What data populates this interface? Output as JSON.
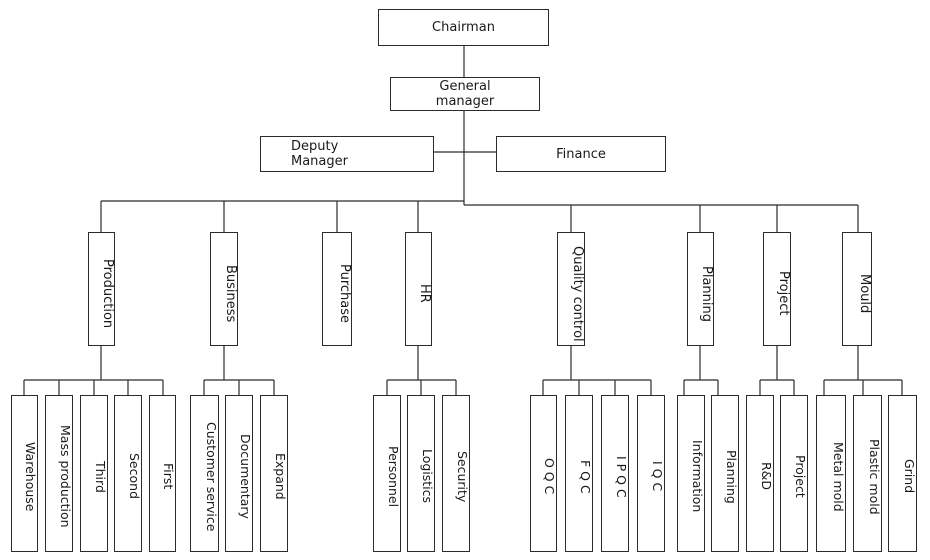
{
  "top": {
    "chairman": "Chairman",
    "general_manager": "General manager",
    "deputy_manager": "Deputy Manager",
    "finance": "Finance"
  },
  "departments": {
    "production": "Production",
    "business": "Business",
    "purchase": "Purchase",
    "hr": "HR",
    "quality_control": "Quality control",
    "planning": "Planning",
    "project": "Project",
    "mould": "Mould"
  },
  "units": {
    "production": [
      "Warehouse",
      "Mass production",
      "Third",
      "Second",
      "First"
    ],
    "business": [
      "Customer service",
      "Documentary",
      "Expand"
    ],
    "hr": [
      "Personnel",
      "Logistics",
      "Security"
    ],
    "quality_control": [
      "O Q C",
      "F Q C",
      "I P Q C",
      "I Q C"
    ],
    "planning": [
      "Information",
      "Planning"
    ],
    "project": [
      "R&D",
      "Project"
    ],
    "mould": [
      "Metal mold",
      "Plastic mold",
      "Grind"
    ]
  }
}
